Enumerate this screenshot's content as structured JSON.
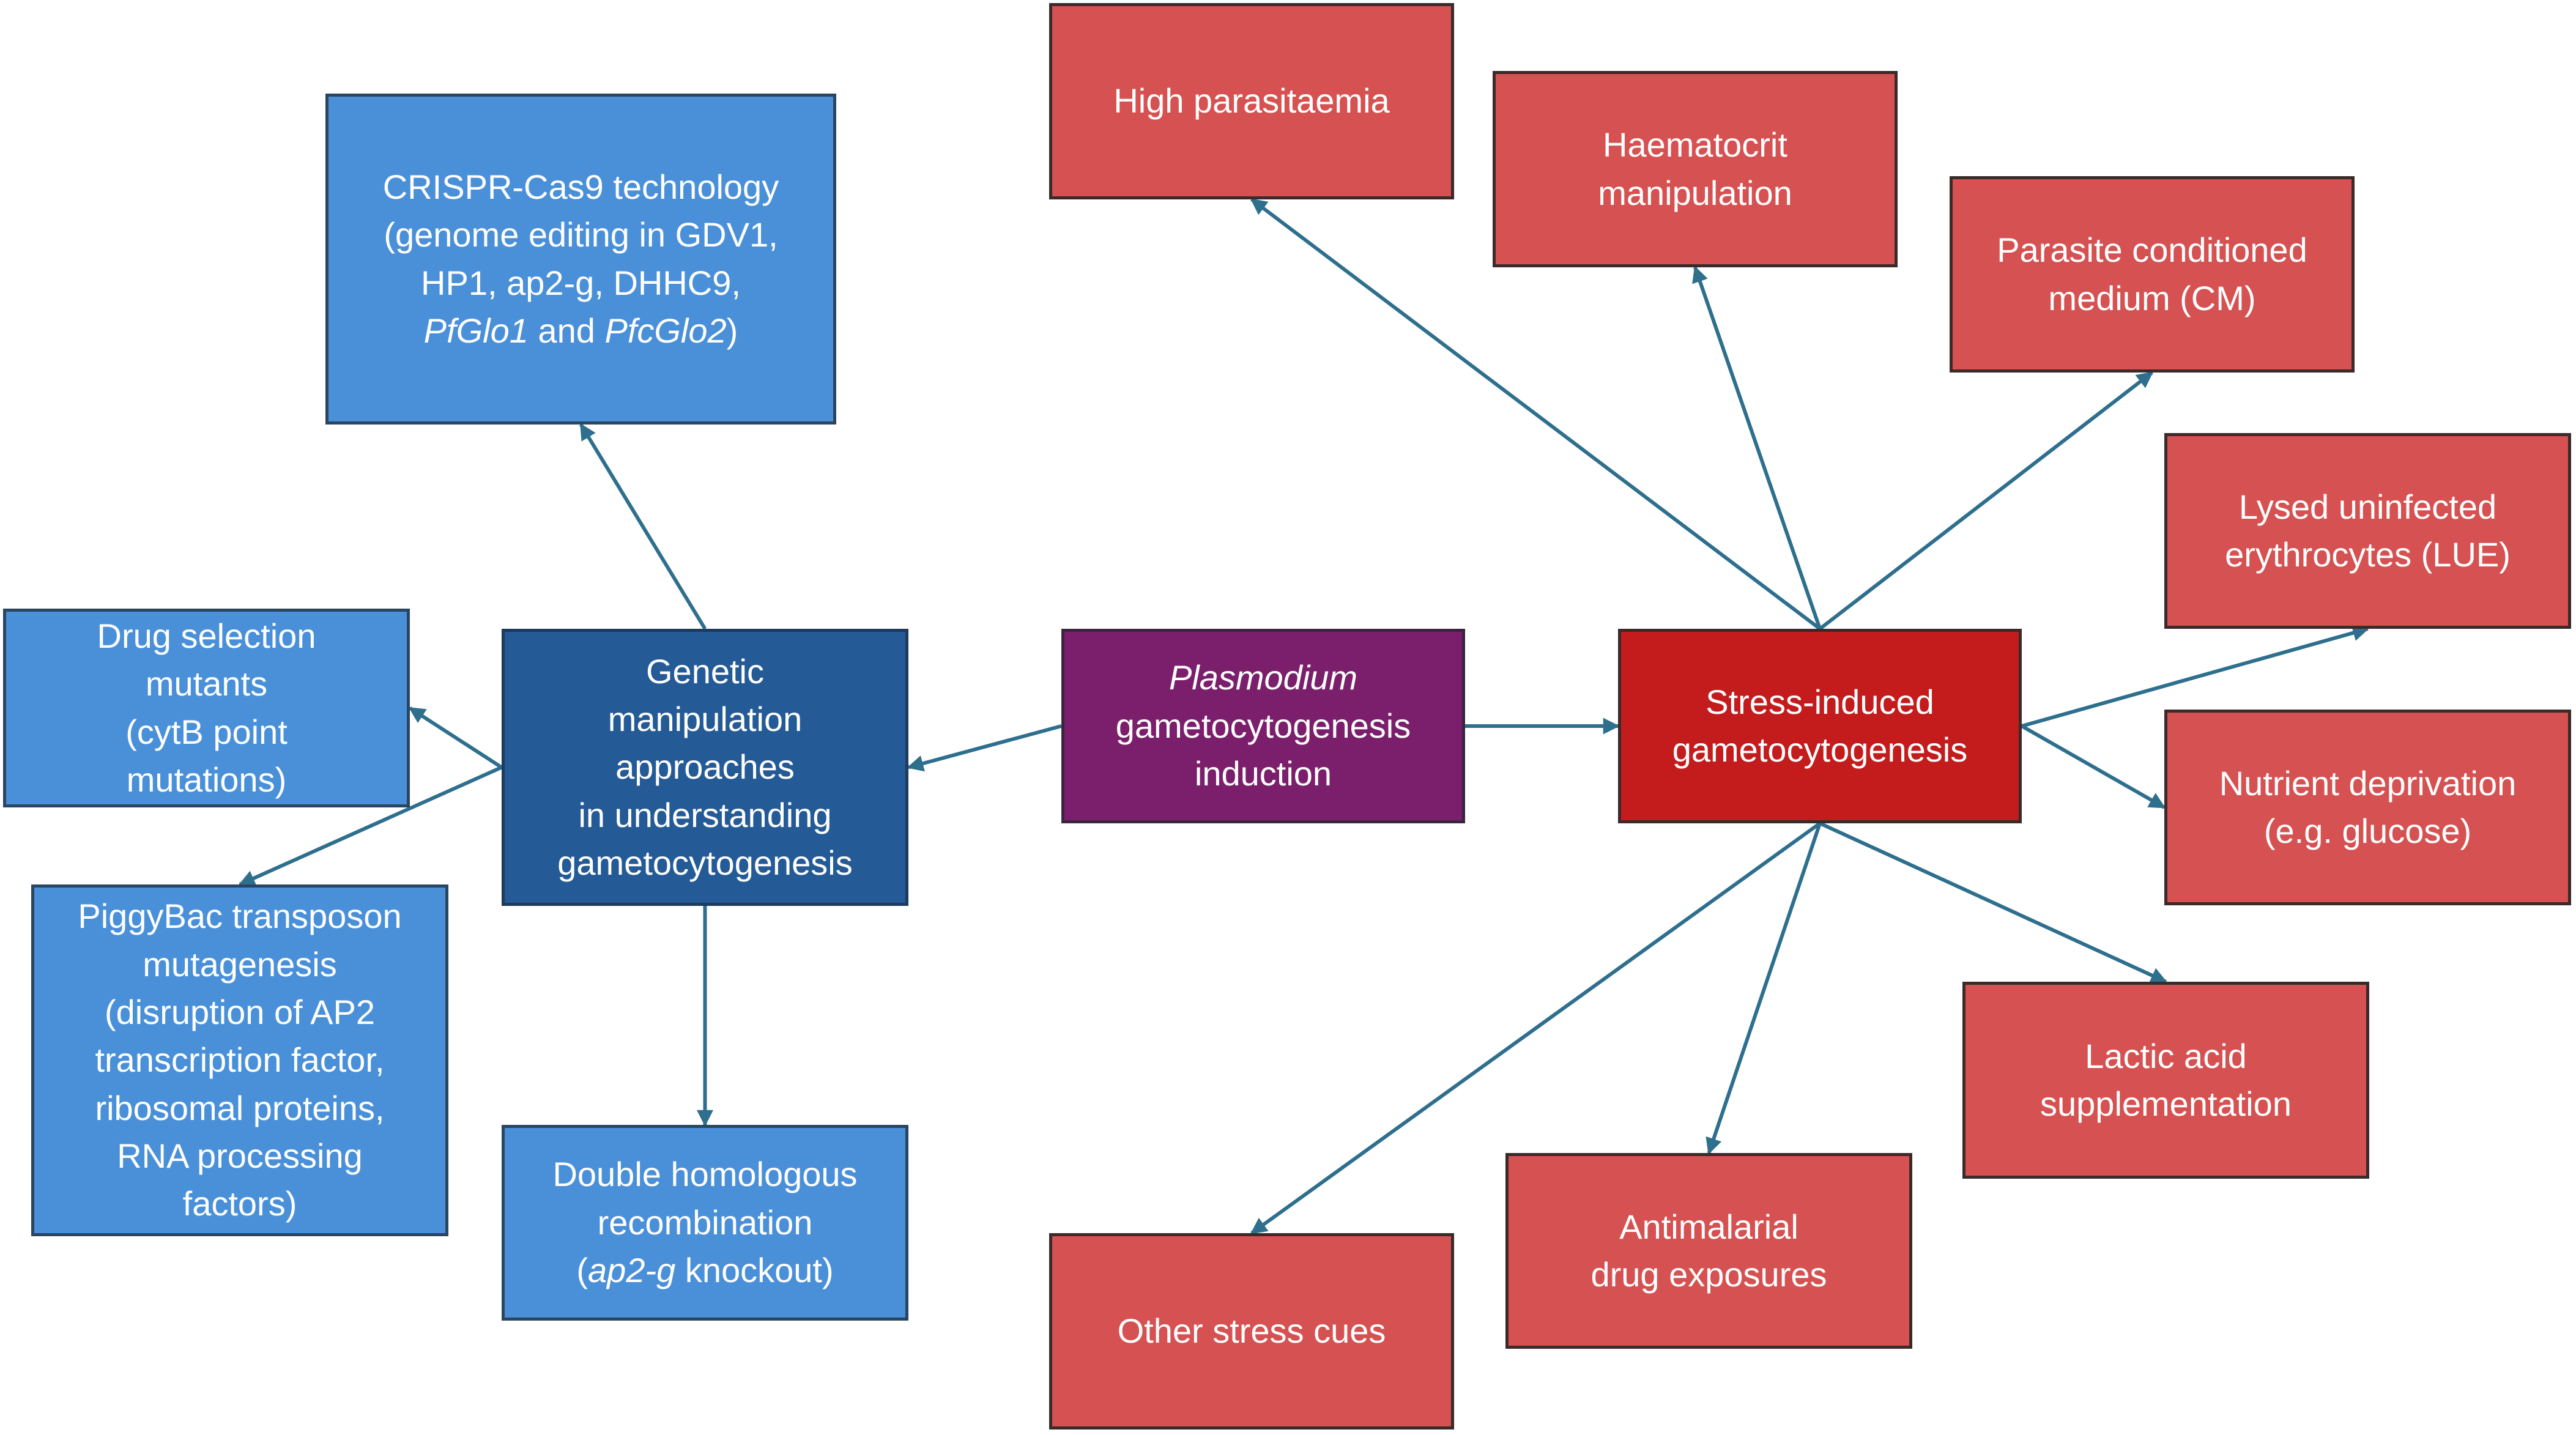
{
  "colors": {
    "edge": "#2e6f8e",
    "light_blue": "#4a90d9",
    "dark_blue": "#245b96",
    "purple": "#7b1f6c",
    "red": "#d65151",
    "dark_red": "#c41c1c"
  },
  "nodes": {
    "center": {
      "lines": [
        [
          {
            "t": "Plasmodium",
            "i": true
          }
        ],
        [
          {
            "t": "gametocytogenesis"
          }
        ],
        [
          {
            "t": "induction"
          }
        ]
      ]
    },
    "genetic": {
      "lines": [
        [
          {
            "t": "Genetic"
          }
        ],
        [
          {
            "t": "manipulation"
          }
        ],
        [
          {
            "t": "approaches"
          }
        ],
        [
          {
            "t": "in understanding"
          }
        ],
        [
          {
            "t": "gametocytogenesis"
          }
        ]
      ]
    },
    "stress": {
      "lines": [
        [
          {
            "t": "Stress-induced"
          }
        ],
        [
          {
            "t": "gametocytogenesis"
          }
        ]
      ]
    },
    "crispr": {
      "lines": [
        [
          {
            "t": "CRISPR-Cas9 technology"
          }
        ],
        [
          {
            "t": "(genome editing in GDV1,"
          }
        ],
        [
          {
            "t": "HP1, ap2-g, DHHC9,"
          }
        ],
        [
          {
            "t": "PfGlo1",
            "i": true
          },
          {
            "t": " and "
          },
          {
            "t": "PfcGlo2",
            "i": true
          },
          {
            "t": ")"
          }
        ]
      ]
    },
    "drug_selection": {
      "lines": [
        [
          {
            "t": "Drug selection"
          }
        ],
        [
          {
            "t": "mutants"
          }
        ],
        [
          {
            "t": "(cytB point"
          }
        ],
        [
          {
            "t": "mutations)"
          }
        ]
      ]
    },
    "piggybac": {
      "lines": [
        [
          {
            "t": "PiggyBac transposon"
          }
        ],
        [
          {
            "t": "mutagenesis"
          }
        ],
        [
          {
            "t": "(disruption of AP2"
          }
        ],
        [
          {
            "t": "transcription factor,"
          }
        ],
        [
          {
            "t": "ribosomal proteins,"
          }
        ],
        [
          {
            "t": "RNA processing"
          }
        ],
        [
          {
            "t": "factors)"
          }
        ]
      ]
    },
    "double_homologous": {
      "lines": [
        [
          {
            "t": "Double homologous"
          }
        ],
        [
          {
            "t": "recombination"
          }
        ],
        [
          {
            "t": "("
          },
          {
            "t": "ap2-g",
            "i": true
          },
          {
            "t": " knockout)"
          }
        ]
      ]
    },
    "high_parasitaemia": {
      "lines": [
        [
          {
            "t": "High parasitaemia"
          }
        ]
      ]
    },
    "haematocrit": {
      "lines": [
        [
          {
            "t": "Haematocrit"
          }
        ],
        [
          {
            "t": "manipulation"
          }
        ]
      ]
    },
    "conditioned_medium": {
      "lines": [
        [
          {
            "t": "Parasite conditioned"
          }
        ],
        [
          {
            "t": "medium (CM)"
          }
        ]
      ]
    },
    "lysed": {
      "lines": [
        [
          {
            "t": "Lysed uninfected"
          }
        ],
        [
          {
            "t": "erythrocytes (LUE)"
          }
        ]
      ]
    },
    "nutrient": {
      "lines": [
        [
          {
            "t": "Nutrient deprivation"
          }
        ],
        [
          {
            "t": "(e.g. glucose)"
          }
        ]
      ]
    },
    "lactic": {
      "lines": [
        [
          {
            "t": "Lactic acid"
          }
        ],
        [
          {
            "t": "supplementation"
          }
        ]
      ]
    },
    "antimalarial": {
      "lines": [
        [
          {
            "t": "Antimalarial"
          }
        ],
        [
          {
            "t": "drug exposures"
          }
        ]
      ]
    },
    "other_stress": {
      "lines": [
        [
          {
            "t": "Other stress cues"
          }
        ]
      ]
    }
  },
  "edges": [
    {
      "from": "center",
      "to": "genetic"
    },
    {
      "from": "center",
      "to": "stress"
    },
    {
      "from": "genetic",
      "to": "crispr"
    },
    {
      "from": "genetic",
      "to": "drug_selection"
    },
    {
      "from": "genetic",
      "to": "piggybac"
    },
    {
      "from": "genetic",
      "to": "double_homologous"
    },
    {
      "from": "stress",
      "to": "high_parasitaemia"
    },
    {
      "from": "stress",
      "to": "haematocrit"
    },
    {
      "from": "stress",
      "to": "conditioned_medium"
    },
    {
      "from": "stress",
      "to": "lysed"
    },
    {
      "from": "stress",
      "to": "nutrient"
    },
    {
      "from": "stress",
      "to": "lactic"
    },
    {
      "from": "stress",
      "to": "antimalarial"
    },
    {
      "from": "stress",
      "to": "other_stress"
    }
  ]
}
